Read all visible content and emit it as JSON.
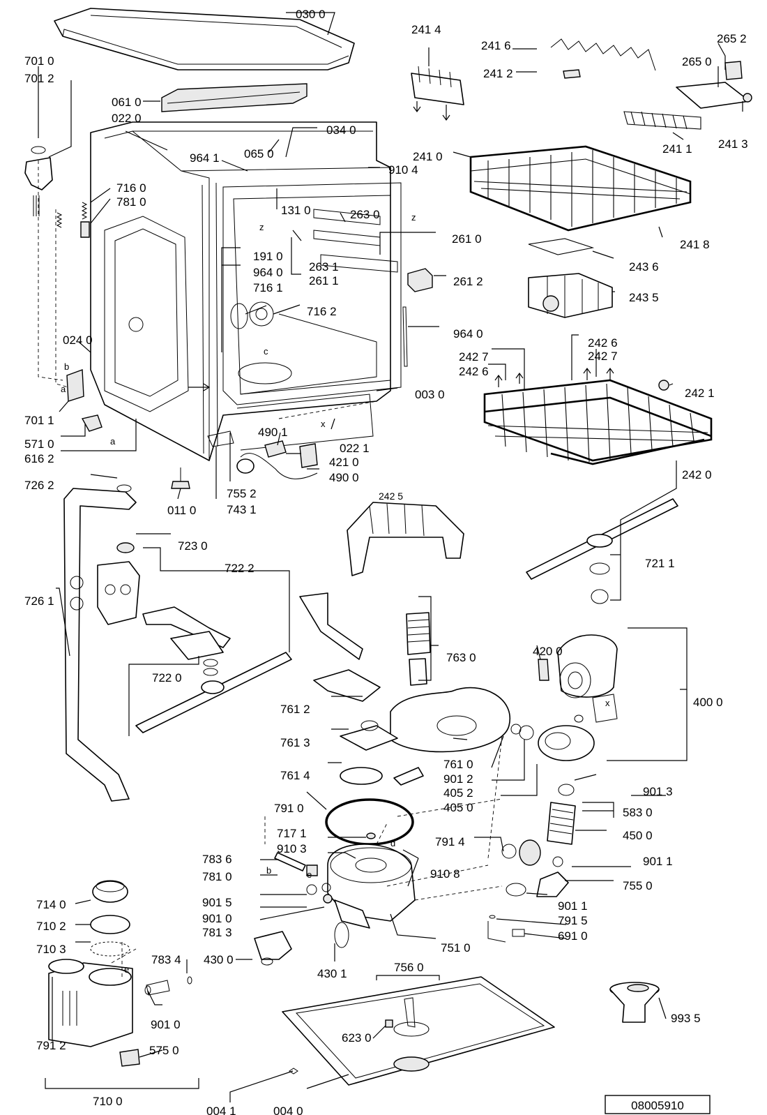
{
  "diagram": {
    "drawing_code": "08005910",
    "labels": [
      {
        "id": "p030_0",
        "text": "030 0"
      },
      {
        "id": "p701_0",
        "text": "701 0"
      },
      {
        "id": "p701_2",
        "text": "701 2"
      },
      {
        "id": "p061_0",
        "text": "061 0"
      },
      {
        "id": "p022_0",
        "text": "022 0"
      },
      {
        "id": "p034_0",
        "text": "034 0"
      },
      {
        "id": "p065_0",
        "text": "065 0"
      },
      {
        "id": "p964_1",
        "text": "964 1"
      },
      {
        "id": "p910_4",
        "text": "910 4"
      },
      {
        "id": "p716_0",
        "text": "716 0"
      },
      {
        "id": "p781_0a",
        "text": "781 0"
      },
      {
        "id": "p131_0",
        "text": "131 0"
      },
      {
        "id": "p263_0",
        "text": "263 0"
      },
      {
        "id": "p261_0",
        "text": "261 0"
      },
      {
        "id": "p191_0",
        "text": "191 0"
      },
      {
        "id": "p964_0a",
        "text": "964 0"
      },
      {
        "id": "p263_1",
        "text": "263 1"
      },
      {
        "id": "p261_1",
        "text": "261 1"
      },
      {
        "id": "p261_2",
        "text": "261 2"
      },
      {
        "id": "p716_1",
        "text": "716 1"
      },
      {
        "id": "p716_2",
        "text": "716 2"
      },
      {
        "id": "p964_0b",
        "text": "964 0"
      },
      {
        "id": "p024_0",
        "text": "024 0"
      },
      {
        "id": "p003_0",
        "text": "003 0"
      },
      {
        "id": "p701_1",
        "text": "701 1"
      },
      {
        "id": "p571_0",
        "text": "571 0"
      },
      {
        "id": "p616_2",
        "text": "616 2"
      },
      {
        "id": "p490_1",
        "text": "490 1"
      },
      {
        "id": "p022_1",
        "text": "022 1"
      },
      {
        "id": "p421_0",
        "text": "421 0"
      },
      {
        "id": "p490_0",
        "text": "490 0"
      },
      {
        "id": "p726_2",
        "text": "726 2"
      },
      {
        "id": "p755_2",
        "text": "755 2"
      },
      {
        "id": "p011_0",
        "text": "011 0"
      },
      {
        "id": "p743_1",
        "text": "743 1"
      },
      {
        "id": "p241_4",
        "text": "241 4"
      },
      {
        "id": "p241_6",
        "text": "241 6"
      },
      {
        "id": "p241_2",
        "text": "241 2"
      },
      {
        "id": "p265_2",
        "text": "265 2"
      },
      {
        "id": "p265_0",
        "text": "265 0"
      },
      {
        "id": "p241_3",
        "text": "241 3"
      },
      {
        "id": "p241_1",
        "text": "241 1"
      },
      {
        "id": "p241_0",
        "text": "241 0"
      },
      {
        "id": "p241_8",
        "text": "241 8"
      },
      {
        "id": "p243_6",
        "text": "243 6"
      },
      {
        "id": "p243_5",
        "text": "243 5"
      },
      {
        "id": "p242_6a",
        "text": "242 6"
      },
      {
        "id": "p242_7a",
        "text": "242 7"
      },
      {
        "id": "p242_7b",
        "text": "242 7"
      },
      {
        "id": "p242_6b",
        "text": "242 6"
      },
      {
        "id": "p242_1",
        "text": "242 1"
      },
      {
        "id": "p242_0",
        "text": "242 0"
      },
      {
        "id": "p242_5",
        "text": "242 5"
      },
      {
        "id": "p723_0",
        "text": "723 0"
      },
      {
        "id": "p722_2",
        "text": "722 2"
      },
      {
        "id": "p721_1",
        "text": "721 1"
      },
      {
        "id": "p726_1",
        "text": "726 1"
      },
      {
        "id": "p763_0",
        "text": "763 0"
      },
      {
        "id": "p420_0",
        "text": "420 0"
      },
      {
        "id": "p400_0",
        "text": "400 0"
      },
      {
        "id": "p722_0",
        "text": "722 0"
      },
      {
        "id": "p761_2",
        "text": "761 2"
      },
      {
        "id": "p761_3",
        "text": "761 3"
      },
      {
        "id": "p761_0",
        "text": "761 0"
      },
      {
        "id": "p901_2",
        "text": "901 2"
      },
      {
        "id": "p405_2",
        "text": "405 2"
      },
      {
        "id": "p761_4",
        "text": "761 4"
      },
      {
        "id": "p405_0",
        "text": "405 0"
      },
      {
        "id": "p901_3",
        "text": "901 3"
      },
      {
        "id": "p791_0",
        "text": "791 0"
      },
      {
        "id": "p583_0",
        "text": "583 0"
      },
      {
        "id": "p717_1",
        "text": "717 1"
      },
      {
        "id": "p450_0",
        "text": "450 0"
      },
      {
        "id": "p910_3",
        "text": "910 3"
      },
      {
        "id": "p791_4",
        "text": "791 4"
      },
      {
        "id": "p783_6",
        "text": "783 6"
      },
      {
        "id": "p910_8",
        "text": "910 8"
      },
      {
        "id": "p901_1",
        "text": "901 1"
      },
      {
        "id": "p781_0b",
        "text": "781 0"
      },
      {
        "id": "p755_0",
        "text": "755 0"
      },
      {
        "id": "p714_0",
        "text": "714 0"
      },
      {
        "id": "p901_5",
        "text": "901 5"
      },
      {
        "id": "p901_1b",
        "text": "901 1"
      },
      {
        "id": "p901_0a",
        "text": "901 0"
      },
      {
        "id": "p710_2",
        "text": "710 2"
      },
      {
        "id": "p781_3",
        "text": "781 3"
      },
      {
        "id": "p791_5",
        "text": "791 5"
      },
      {
        "id": "p751_0",
        "text": "751 0"
      },
      {
        "id": "p691_0",
        "text": "691 0"
      },
      {
        "id": "p710_3",
        "text": "710 3"
      },
      {
        "id": "p783_4",
        "text": "783 4"
      },
      {
        "id": "p430_0",
        "text": "430 0"
      },
      {
        "id": "p430_1",
        "text": "430 1"
      },
      {
        "id": "p756_0",
        "text": "756 0"
      },
      {
        "id": "p901_0b",
        "text": "901 0"
      },
      {
        "id": "p993_5",
        "text": "993 5"
      },
      {
        "id": "p623_0",
        "text": "623 0"
      },
      {
        "id": "p791_2",
        "text": "791 2"
      },
      {
        "id": "p575_0",
        "text": "575 0"
      },
      {
        "id": "p710_0",
        "text": "710 0"
      },
      {
        "id": "p004_1",
        "text": "004 1"
      },
      {
        "id": "p004_0",
        "text": "004 0"
      }
    ],
    "letters": [
      {
        "id": "l_z1",
        "text": "z"
      },
      {
        "id": "l_z2",
        "text": "z"
      },
      {
        "id": "l_b1",
        "text": "b"
      },
      {
        "id": "l_a1",
        "text": "a"
      },
      {
        "id": "l_a2",
        "text": "a"
      },
      {
        "id": "l_c",
        "text": "c"
      },
      {
        "id": "l_x1",
        "text": "x"
      },
      {
        "id": "l_x2",
        "text": "x"
      },
      {
        "id": "l_d",
        "text": "d"
      },
      {
        "id": "l_e1",
        "text": "e"
      },
      {
        "id": "l_b2",
        "text": "b"
      },
      {
        "id": "l_e2",
        "text": "e"
      }
    ]
  }
}
